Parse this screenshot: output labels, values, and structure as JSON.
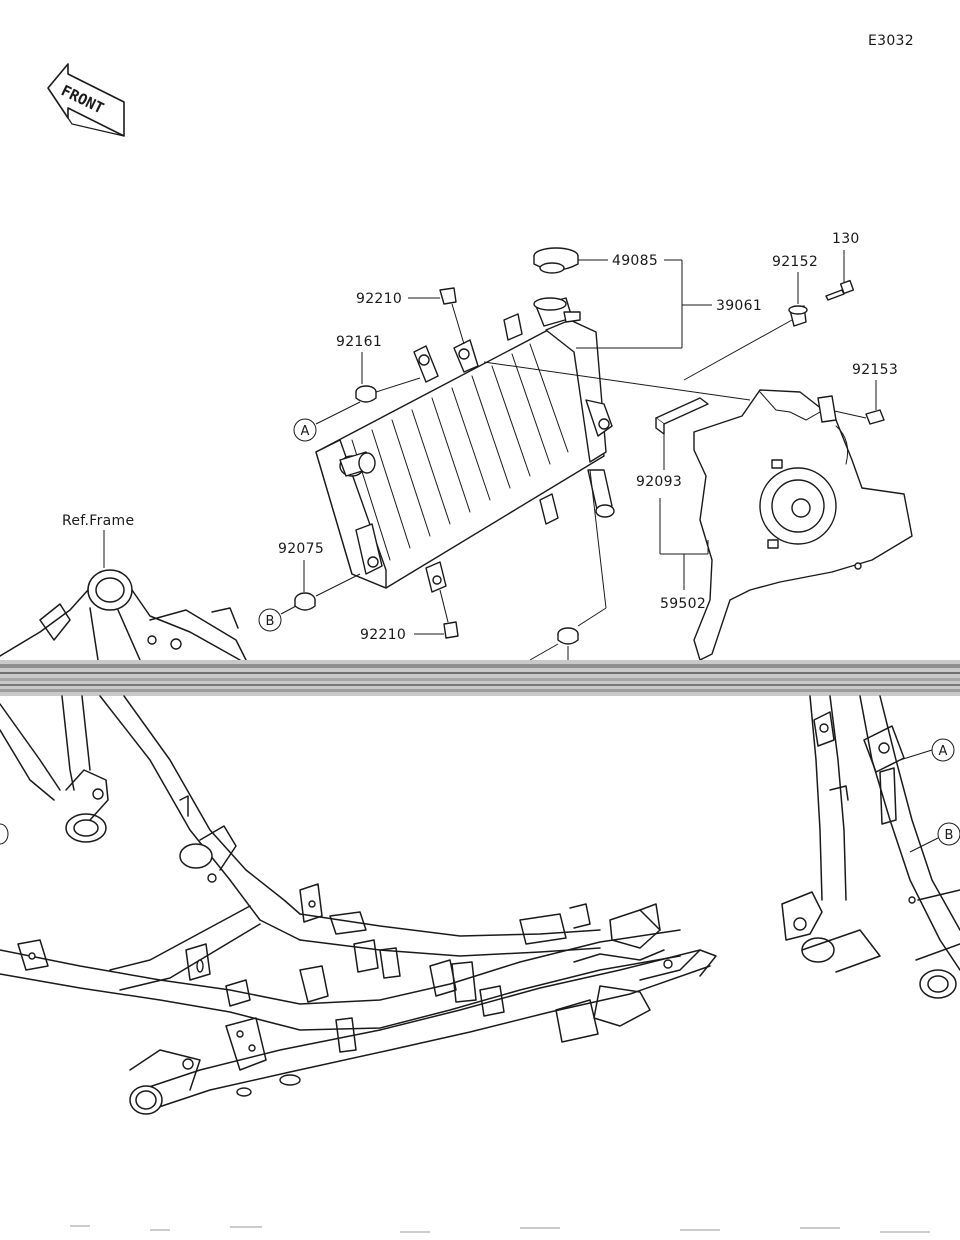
{
  "diagram_code": "E3032",
  "front_label": "FRONT",
  "ref_label": "Ref.Frame",
  "parts": {
    "cap": "49085",
    "radiator": "39061",
    "bolt_130": "130",
    "collar_92152": "92152",
    "clip_top": "92210",
    "grommet_92161": "92161",
    "bolt_92153": "92153",
    "seal_92093": "92093",
    "shroud": "59502",
    "grommet_92075": "92075",
    "clip_bottom": "92210"
  },
  "callouts": {
    "a_left": "A",
    "b_left": "B",
    "a_right": "A",
    "b_right": "B"
  }
}
